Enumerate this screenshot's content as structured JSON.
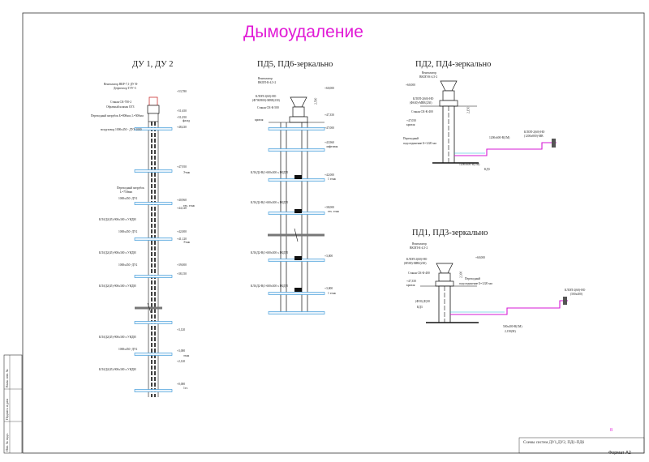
{
  "title": "Дымоудаление",
  "sections": [
    {
      "title": "ДУ 1, ДУ 2"
    },
    {
      "title": "ПД5, ПД6-зеркально"
    },
    {
      "title": "ПД2, ПД4-зеркально"
    },
    {
      "title": "ПД1, ПД3-зеркально"
    }
  ],
  "du": {
    "top_labels": [
      "Вентилятор ВКР-7,1-ДУ В-",
      "Дефлектор ТЭУ-3",
      "Стакан СК-700-2",
      "Обратный клапан ОГЗ",
      "Переходный патрубок Б=800мм, L=500мм"
    ],
    "duct": "воздуховод 1000х450 - ДУ3-1000",
    "elev": [
      "+53,780",
      "+51,650",
      "+51,050",
      "+48,430",
      "+47,950",
      "+40,960",
      "+44,120",
      "+42,000",
      "+41,120",
      "+39,000",
      "+38,150",
      "+3,120",
      "+3,000",
      "+2,120",
      "+0,000"
    ],
    "floor_words": [
      "фасад",
      "Этаж",
      "тех. этаж",
      "Этаж",
      "этаж",
      "1эт."
    ],
    "valves": [
      "КЛАД2(45)-900х300 х УКДМ",
      "КЛАД2(45)-900х300 х УКДМ",
      "КЛАД2(45)-900х300 х УКДМ",
      "КЛАД2(45)-900х300 х УКДМ",
      "КЛАД2(45)-900х300 х УКДМ"
    ],
    "notes": [
      "Переходный патрубок",
      "1000х450 -ДУ2",
      "L=750mm"
    ]
  },
  "pd56": {
    "fan": [
      "Вентилятор",
      "ВКОП-К-4,5-2"
    ],
    "valve_top": [
      "КЛОП-2(60)-НО",
      "(Ф700/800)-МВЕ(230)"
    ],
    "stakan": "Стакан СК-К-500",
    "elev": [
      "+60,000",
      "+47,350",
      "+47,000",
      "+43,960",
      "+42,000",
      "+38,000",
      "+3,000",
      "+3,000"
    ],
    "floor_words": [
      "кровля",
      "лифтовая",
      "1 этаж",
      "тех. этаж",
      "1 этаж"
    ],
    "valves": [
      "КЛАД2-В(1-600х300 х РКДМ",
      "КЛАД2-В(1-600х300 х РКДМ",
      "КЛАД2-В(1-600х300 х РКДМ",
      "КЛАД2-В(1-600х300 х РКДМ"
    ],
    "dim": "2,500"
  },
  "pd24": {
    "fan": [
      "Вентилятор",
      "ВКОП-К-4,5-2"
    ],
    "valve_top": [
      "КЛОП-2(60)-НО",
      "(Ф630)-МВЕ(230)"
    ],
    "stakan": "Стакан СК-К-400",
    "elev": [
      "+60,000",
      "+47,050",
      "кровля"
    ],
    "pipe_note": [
      "Переходный",
      "подсоединение Б=1220 мм"
    ],
    "valve_side": [
      "КЛОП-2(60)-НО",
      "(1200х800)-МВ"
    ],
    "duct_sizes": [
      "1200х600-В(1М)",
      "1200х600-В(1М)",
      "КД3"
    ],
    "dim": "2,150"
  },
  "pd13": {
    "fan": [
      "Вентилятор",
      "ВКОП-К-4,5-2"
    ],
    "valve_top": [
      "КЛОП-2(60)-НО",
      "(Ф500)-МВЕ(230)"
    ],
    "stakan": "Стакан СК-К-400",
    "elev": [
      "+60,000",
      "+47,350",
      "кровля"
    ],
    "pipe_note": [
      "Переходный",
      "подсоединение Б=1220 мм"
    ],
    "valve_side": [
      "КЛОП-2(60)-НО",
      "(500х400)"
    ],
    "duct_sizes": [
      "(Ф50) (Е)50",
      "КД3",
      "500х400-В(1М)",
      "2,150(М)"
    ],
    "dim": "2,300"
  },
  "stamp": "Схемы систем ДУ1,ДУ2, ПД1-ПД6",
  "page_num": "8",
  "format": "Формат А2",
  "side_labels": [
    "Взам. инв. №",
    "Подпись и дата",
    "Инв. № подл."
  ],
  "colors": {
    "pipe": "#111111",
    "blue": "#2a8fd6",
    "magenta": "#d61ad6",
    "cyan": "#1bb6d8",
    "accent": "#e11ad6"
  }
}
